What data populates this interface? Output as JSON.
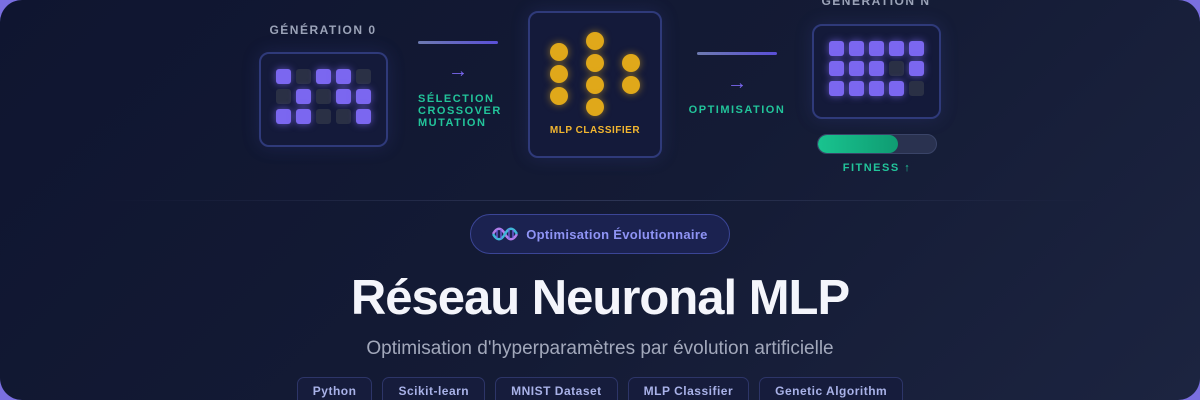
{
  "pipeline": {
    "gen0_label": "GÉNÉRATION 0",
    "genN_label": "GÉNÉRATION N",
    "operators": [
      "SÉLECTION",
      "CROSSOVER",
      "MUTATION"
    ],
    "mlp_caption": "MLP CLASSIFIER",
    "optimisation_label": "OPTIMISATION",
    "fitness_label": "FITNESS ↑",
    "fitness_level": 0.68,
    "arrow_icon": "→",
    "gen0_grid": [
      1,
      0,
      1,
      1,
      0,
      0,
      1,
      0,
      1,
      1,
      1,
      1,
      0,
      0,
      1
    ],
    "genN_grid": [
      1,
      1,
      1,
      1,
      1,
      1,
      1,
      1,
      0,
      1,
      1,
      1,
      1,
      1,
      0
    ]
  },
  "badge": {
    "text": "Optimisation Évolutionnaire",
    "icon": "dna-icon"
  },
  "title": "Réseau Neuronal MLP",
  "subtitle": "Optimisation d'hyperparamètres par évolution artificielle",
  "tags": [
    "Python",
    "Scikit-learn",
    "MNIST Dataset",
    "MLP Classifier",
    "Genetic Algorithm"
  ],
  "colors": {
    "accent": "#7b67f0",
    "success": "#22c49a",
    "node": "#e0a81a",
    "background": "#0f1530"
  }
}
